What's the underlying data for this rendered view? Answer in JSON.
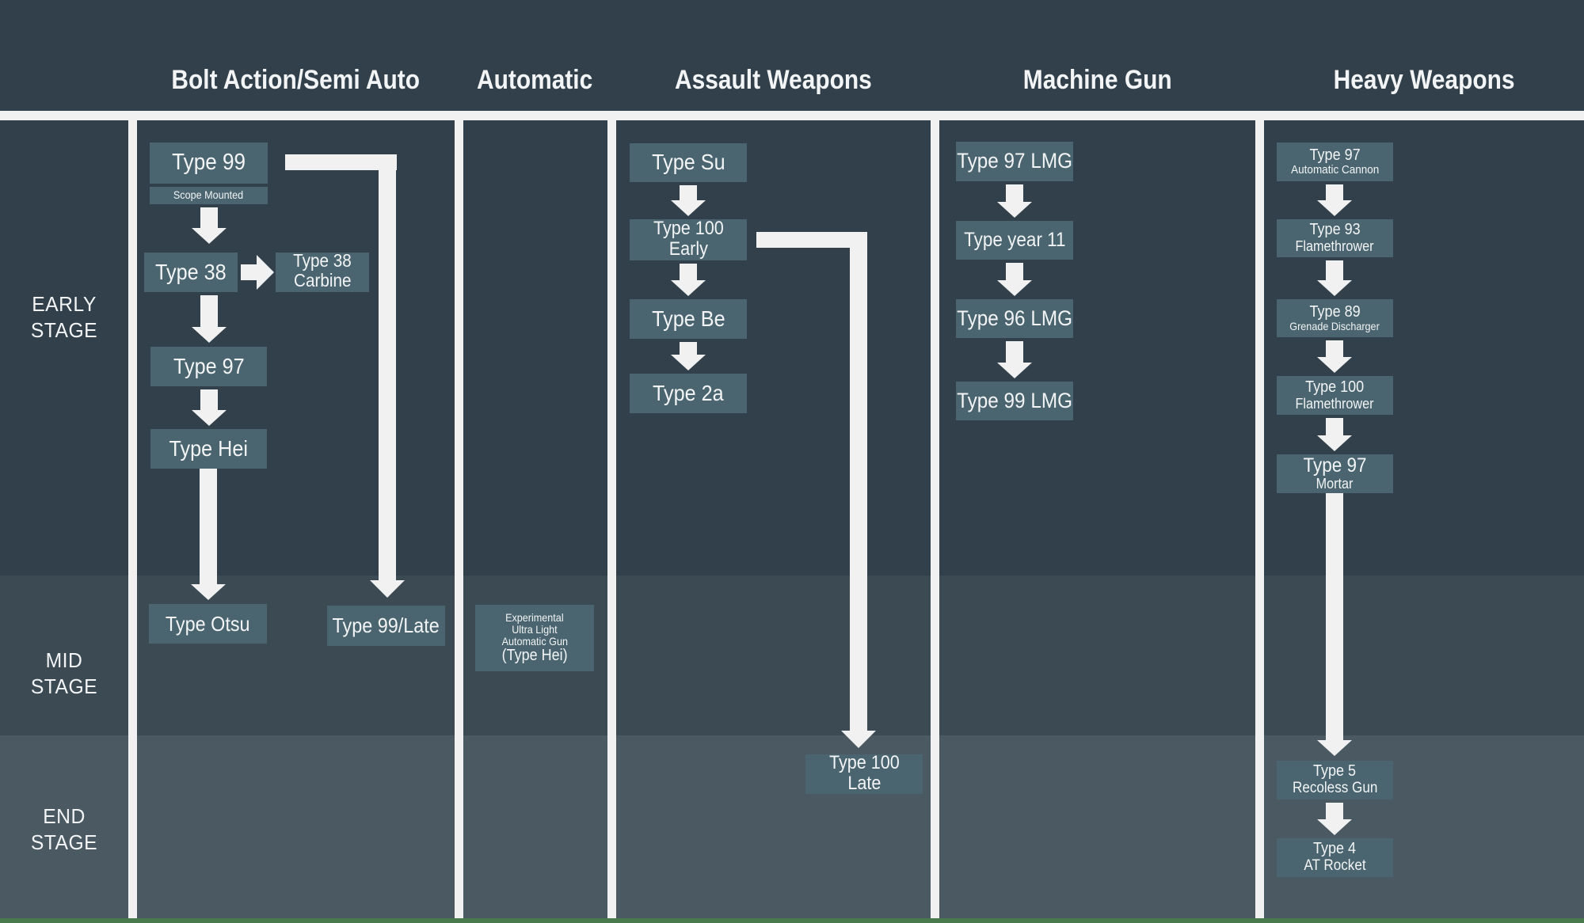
{
  "columns": [
    {
      "title": "Bolt Action/Semi Auto"
    },
    {
      "title": "Automatic"
    },
    {
      "title": "Assault Weapons"
    },
    {
      "title": "Machine Gun"
    },
    {
      "title": "Heavy Weapons"
    }
  ],
  "stages": [
    {
      "line1": "EARLY",
      "line2": "STAGE"
    },
    {
      "line1": "MID",
      "line2": "STAGE"
    },
    {
      "line1": "END",
      "line2": "STAGE"
    }
  ],
  "nodes": {
    "type99": {
      "label": "Type 99"
    },
    "scope_mounted": {
      "label": "Scope Mounted"
    },
    "type38": {
      "label": "Type 38"
    },
    "type38_carbine": {
      "line1": "Type 38",
      "line2": "Carbine"
    },
    "type97": {
      "label": "Type 97"
    },
    "type_hei": {
      "label": "Type Hei"
    },
    "type_otsu": {
      "label": "Type Otsu"
    },
    "type99_late": {
      "label": "Type 99/Late"
    },
    "experimental": {
      "line1": "Experimental",
      "line2": "Ultra Light",
      "line3": "Automatic Gun",
      "line4": "(Type Hei)"
    },
    "type_su": {
      "label": "Type Su"
    },
    "type100_early": {
      "line1": "Type 100",
      "line2": "Early"
    },
    "type_be": {
      "label": "Type Be"
    },
    "type2a": {
      "label": "Type 2a"
    },
    "type100_late": {
      "line1": "Type 100",
      "line2": "Late"
    },
    "type97_lmg": {
      "label": "Type 97 LMG"
    },
    "type_year11": {
      "label": "Type year 11"
    },
    "type96_lmg": {
      "label": "Type 96 LMG"
    },
    "type99_lmg": {
      "label": "Type 99 LMG"
    },
    "type97_auto_cannon": {
      "line1": "Type 97",
      "line2": "Automatic Cannon"
    },
    "type93_flamethrower": {
      "line1": "Type 93",
      "line2": "Flamethrower"
    },
    "type89_grenade": {
      "line1": "Type 89",
      "line2": "Grenade Discharger"
    },
    "type100_flamethrower": {
      "line1": "Type 100",
      "line2": "Flamethrower"
    },
    "type97_mortar": {
      "line1": "Type 97",
      "line2": "Mortar"
    },
    "type5_recoless": {
      "line1": "Type 5",
      "line2": "Recoless Gun"
    },
    "type4_at_rocket": {
      "line1": "Type 4",
      "line2": "AT Rocket"
    }
  },
  "colors": {
    "background_early": "#31404a",
    "band_mid": "#3b4a53",
    "band_end": "#4a5962",
    "box_fill": "#4a656f",
    "connector_white": "#f1f1f1",
    "footer_green": "#497a4e",
    "text_white": "#f2f4f5"
  }
}
